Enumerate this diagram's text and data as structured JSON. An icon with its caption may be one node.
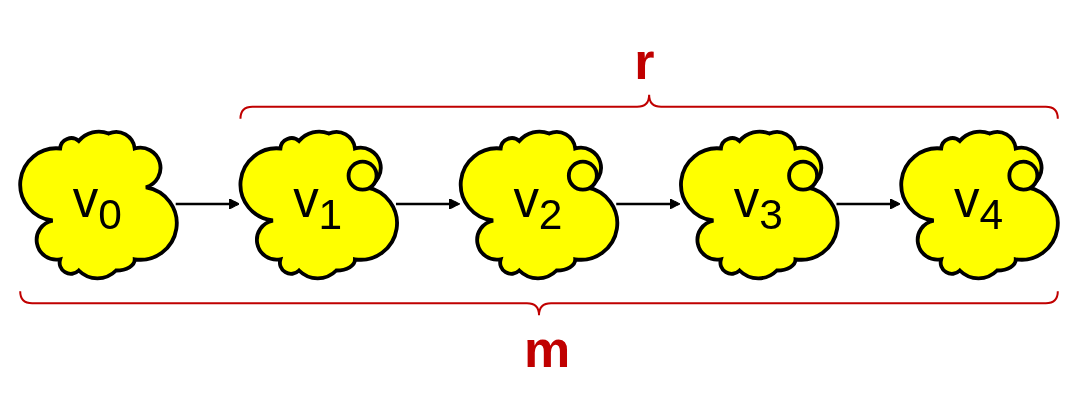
{
  "diagram": {
    "nodes": [
      {
        "text": [
          "v$_{0}$"
        ]
      },
      {
        "text": [
          "v$_{1}$"
        ]
      },
      {
        "text": [
          "v$_{2}$"
        ]
      },
      {
        "text": [
          "v$_{3}$"
        ]
      },
      {
        "text": [
          "v$_{4}$"
        ]
      }
    ],
    "edges": [
      {
        "from": 0,
        "to": 1,
        "arrow": "to"
      },
      {
        "from": 1,
        "to": 2,
        "arrow": "to"
      },
      {
        "from": 2,
        "to": 3,
        "arrow": "to"
      },
      {
        "from": 3,
        "to": 4,
        "arrow": "to"
      }
    ],
    "labels": [
      "r",
      "m"
    ]
  }
}
